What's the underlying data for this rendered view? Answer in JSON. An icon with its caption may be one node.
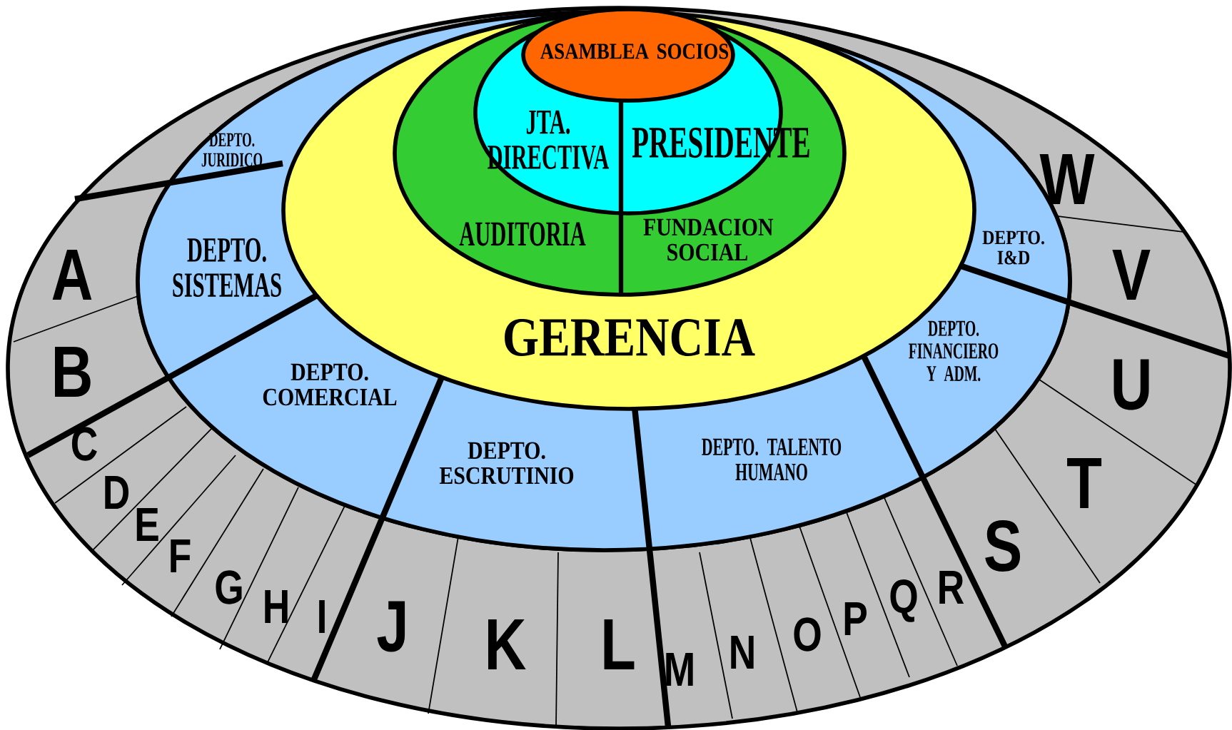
{
  "diagram": {
    "nodes": [
      {
        "text": [
          "ASAMBLEA SOCIOS"
        ]
      },
      {
        "text": [
          "JTA. DIRECTIVA"
        ]
      },
      {
        "text": [
          "PRESIDENTE"
        ]
      },
      {
        "text": [
          "AUDITORIA"
        ]
      },
      {
        "text": [
          "FUNDACION SOCIAL"
        ]
      },
      {
        "text": [
          "GERENCIA"
        ]
      },
      {
        "text": [
          "DEPTO. JURIDICO"
        ]
      },
      {
        "text": [
          "DEPTO. SISTEMAS"
        ]
      },
      {
        "text": [
          "DEPTO. I&D"
        ]
      },
      {
        "text": [
          "DEPTO. FINANCIERO Y ADM."
        ]
      },
      {
        "text": [
          "DEPTO. COMERCIAL"
        ]
      },
      {
        "text": [
          "DEPTO. ESCRUTINIO"
        ]
      },
      {
        "text": [
          "DEPTO. TALENTO HUMANO"
        ]
      },
      {
        "text": [
          "A"
        ]
      },
      {
        "text": [
          "B"
        ]
      },
      {
        "text": [
          "C"
        ]
      },
      {
        "text": [
          "D"
        ]
      },
      {
        "text": [
          "E"
        ]
      },
      {
        "text": [
          "F"
        ]
      },
      {
        "text": [
          "G"
        ]
      },
      {
        "text": [
          "H"
        ]
      },
      {
        "text": [
          "I"
        ]
      },
      {
        "text": [
          "J"
        ]
      },
      {
        "text": [
          "K"
        ]
      },
      {
        "text": [
          "L"
        ]
      },
      {
        "text": [
          "M"
        ]
      },
      {
        "text": [
          "N"
        ]
      },
      {
        "text": [
          "O"
        ]
      },
      {
        "text": [
          "P"
        ]
      },
      {
        "text": [
          "Q"
        ]
      },
      {
        "text": [
          "R"
        ]
      },
      {
        "text": [
          "S"
        ]
      },
      {
        "text": [
          "T"
        ]
      },
      {
        "text": [
          "U"
        ]
      },
      {
        "text": [
          "V"
        ]
      },
      {
        "text": [
          "W"
        ]
      }
    ]
  }
}
